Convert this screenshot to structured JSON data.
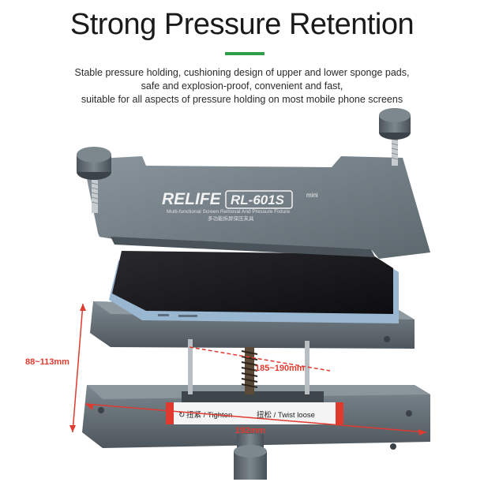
{
  "header": {
    "title": "Strong Pressure Retention",
    "lines": [
      "Stable pressure holding, cushioning design of upper and lower sponge pads,",
      "safe and explosion-proof, convenient and fast,",
      "suitable for all aspects of pressure holding on most mobile phone screens"
    ]
  },
  "product": {
    "brand": "RELIFE",
    "model": "RL-601S",
    "model_suffix": "mini",
    "subtitle_en": "Multi-functional Screen Removal And Pressure Fixture",
    "subtitle_cn": "多功能拆屏保压夹具",
    "label_tighten": "扭紧 / Tighten",
    "label_loose": "扭松 / Twist loose"
  },
  "dimensions": {
    "height_range": "88~113mm",
    "inner_range": "185~190mm",
    "length": "192mm"
  },
  "colors": {
    "accent": "#2f9e4a",
    "metal": "#6f7a82",
    "dimension_line": "#e03a2f"
  }
}
